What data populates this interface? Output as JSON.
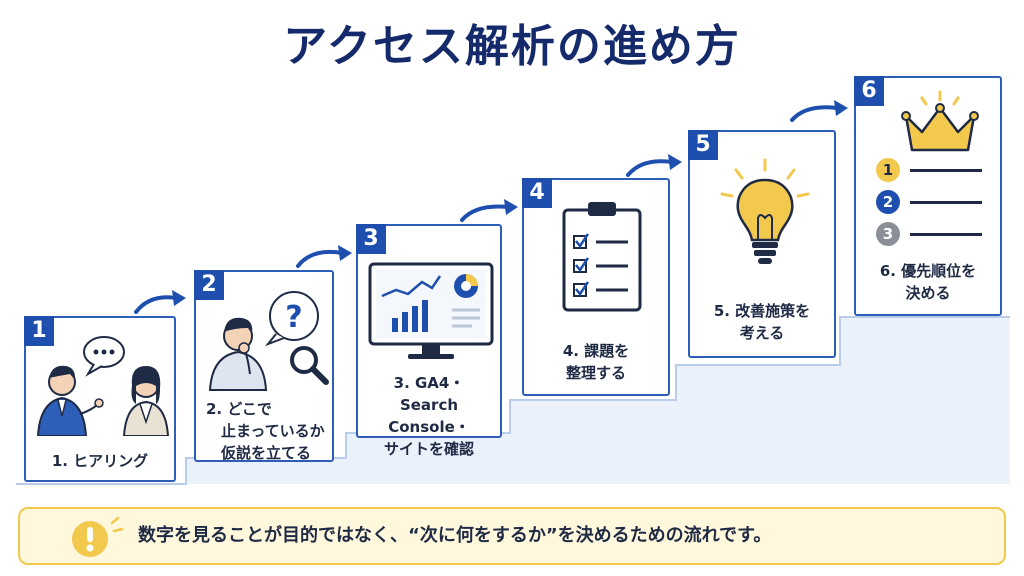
{
  "title": "アクセス解析の進め方",
  "steps": [
    {
      "number": "1",
      "label": "1. ヒアリング"
    },
    {
      "number": "2",
      "label": "2. どこで\n　止まっているか\n　仮説を立てる"
    },
    {
      "number": "3",
      "label": "3. GA4・\nSearch Console・\nサイトを確認"
    },
    {
      "number": "4",
      "label": "4. 課題を\n整理する"
    },
    {
      "number": "5",
      "label": "5. 改善施策を\n考える"
    },
    {
      "number": "6",
      "label": "6. 優先順位を\n決める"
    }
  ],
  "priority_numbers": [
    "1",
    "2",
    "3"
  ],
  "note": {
    "icon": "exclamation-icon",
    "text": "数字を見ることが目的ではなく、“次に何をするか”を決めるための流れです。"
  },
  "colors": {
    "navy": "#152a6b",
    "blue": "#1e4fae",
    "stair": "#eaf1fb",
    "yellow": "#f2c94c",
    "note_bg": "#fff8dc"
  }
}
